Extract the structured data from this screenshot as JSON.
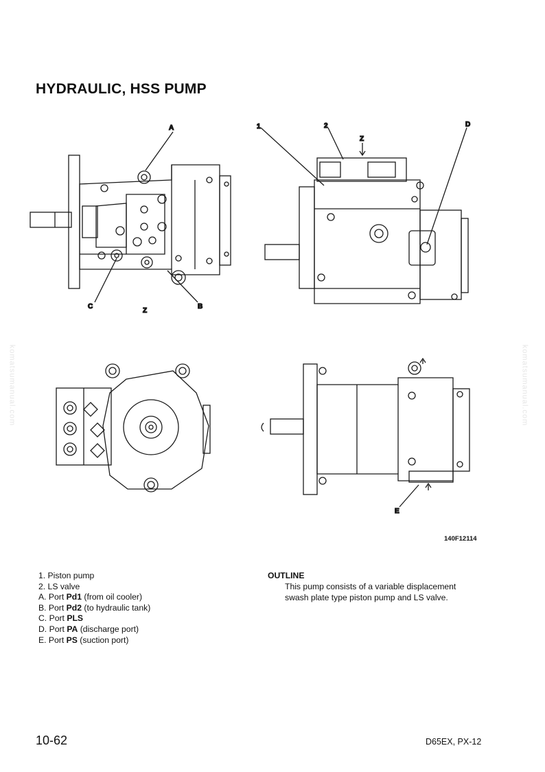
{
  "document": {
    "title": "HYDRAULIC, HSS PUMP",
    "figure_code": "140F12114",
    "callouts": {
      "top_left": [
        "A",
        "B",
        "C",
        "Z"
      ],
      "top_right": [
        "1",
        "2",
        "Z",
        "D"
      ],
      "bottom_right": [
        "E"
      ]
    },
    "legend": [
      {
        "prefix": "1. Piston pump",
        "bold": "",
        "suffix": ""
      },
      {
        "prefix": "2. LS valve",
        "bold": "",
        "suffix": ""
      },
      {
        "prefix": "A. Port ",
        "bold": "Pd1",
        "suffix": " (from oil cooler)"
      },
      {
        "prefix": "B. Port ",
        "bold": "Pd2",
        "suffix": " (to hydraulic tank)"
      },
      {
        "prefix": "C. Port ",
        "bold": "PLS",
        "suffix": ""
      },
      {
        "prefix": "D. Port ",
        "bold": "PA",
        "suffix": " (discharge port)"
      },
      {
        "prefix": "E. Port ",
        "bold": "PS",
        "suffix": " (suction port)"
      }
    ],
    "outline": {
      "heading": "OUTLINE",
      "body": "This pump consists of a variable displacement swash plate type piston pump and LS valve."
    },
    "watermark": "komatsumanual.com",
    "page_number": "10-62",
    "model": "D65EX, PX-12"
  }
}
